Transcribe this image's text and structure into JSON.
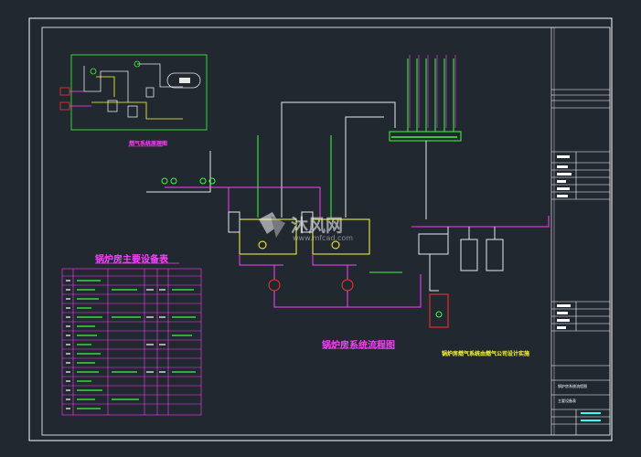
{
  "drawing": {
    "flow_title": "锅炉房系统流程图",
    "table_title": "锅炉房主要设备表",
    "small_diagram_title": "燃气系统原理图",
    "note": "锅炉房燃气系统由燃气公司设计实施",
    "watermark_text": "沐风网",
    "watermark_url": "www.mfcad.com"
  },
  "title_block": {
    "block_text_1": "锅炉房系统流程图",
    "block_text_2": "主要设备表"
  },
  "colors": {
    "background": "#212830",
    "frame": "#ffffff",
    "pipe_white": "#e8e8e8",
    "pipe_magenta": "#ff3cff",
    "pipe_green": "#3cff3c",
    "equipment_yellow": "#ffff33",
    "accent_red": "#ff3030",
    "accent_cyan": "#33ffff"
  }
}
